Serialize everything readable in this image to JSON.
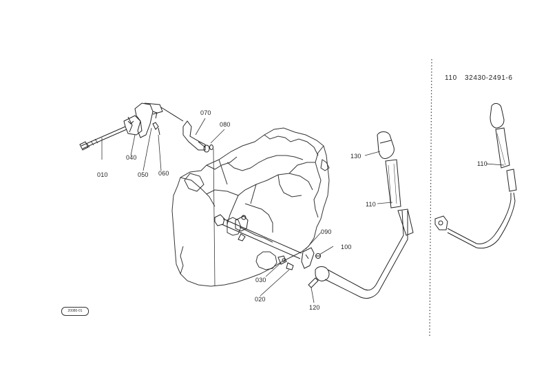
{
  "figure": {
    "part_labels": {
      "p010": "010",
      "p020": "020",
      "p030": "030",
      "p040": "040",
      "p050": "050",
      "p060": "060",
      "p070": "070",
      "p080": "080",
      "p090": "090",
      "p100": "100",
      "p110": "110",
      "p120": "120",
      "p130": "130"
    },
    "variant": {
      "item": "110",
      "part_number": "32430-2491-6",
      "label": "110"
    },
    "stamp": "20080-01"
  }
}
